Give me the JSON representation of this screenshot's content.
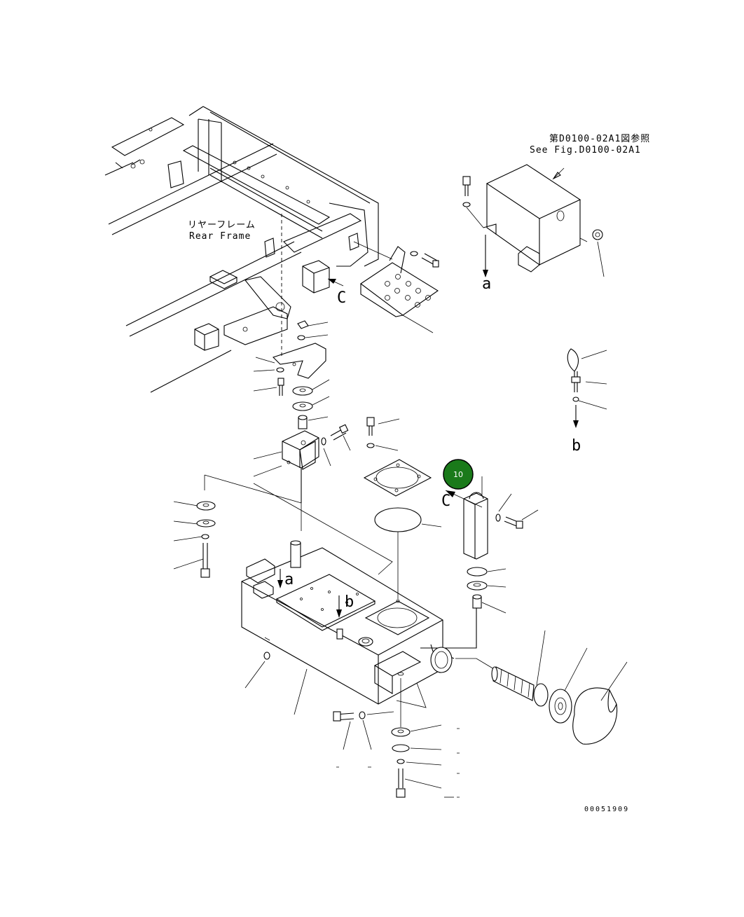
{
  "labels": {
    "rear_frame_jp": "リヤーフレーム",
    "rear_frame_en": "Rear Frame",
    "ref_jp": "第D0100-02A1図参照",
    "ref_en": "See Fig.D0100-02A1",
    "drawing_number": "00051909"
  },
  "letters": {
    "a_top": "a",
    "b_right": "b",
    "c_upper": "C",
    "c_middle": "C",
    "a_tank": "a",
    "b_tank": "b"
  },
  "callout": {
    "number": "10",
    "color": "#1a7a1a"
  }
}
